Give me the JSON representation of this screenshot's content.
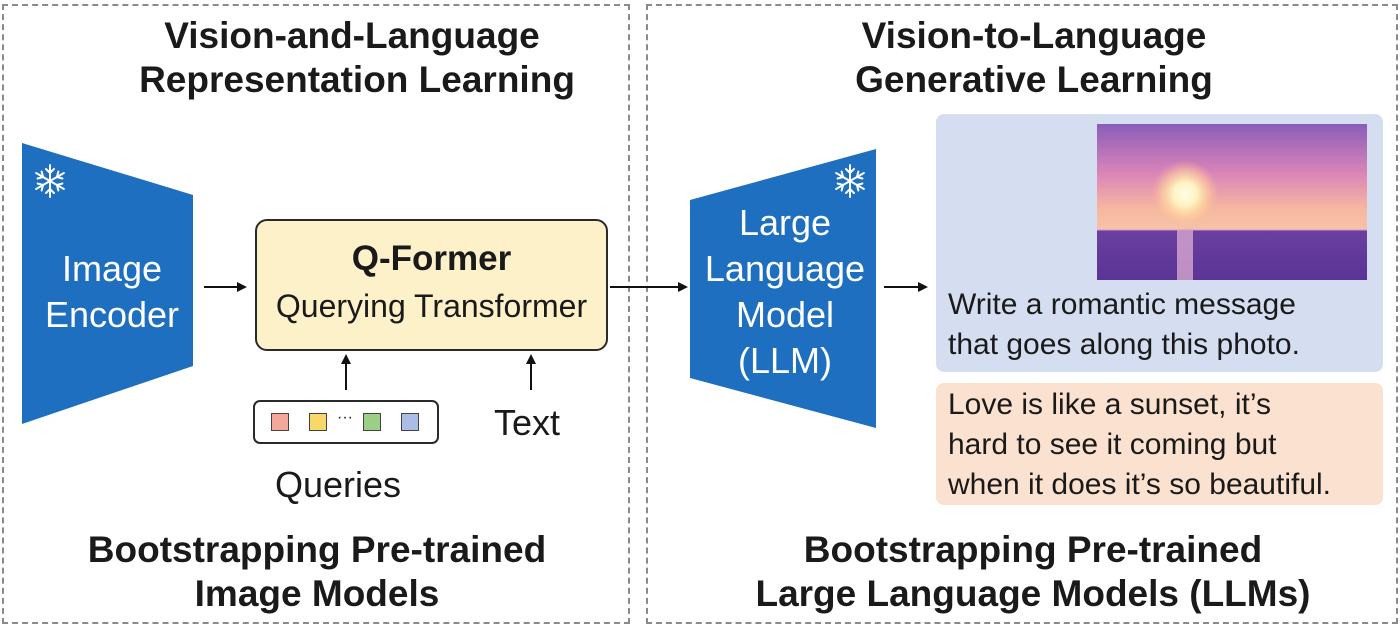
{
  "left_panel": {
    "title_lines": [
      "Vision-and-Language",
      "Representation Learning"
    ],
    "footer_lines": [
      "Bootstrapping Pre-trained",
      "Image Models"
    ],
    "image_encoder_lines": [
      "Image",
      "Encoder"
    ],
    "qformer": {
      "title": "Q-Former",
      "subtitle": "Querying Transformer"
    },
    "queries_label": "Queries",
    "queries_ellipsis": "···",
    "text_label": "Text",
    "query_colors": [
      "#f4a898",
      "#f9d76b",
      "#9ccf86",
      "#a9bde8"
    ]
  },
  "right_panel": {
    "title_lines": [
      "Vision-to-Language",
      "Generative Learning"
    ],
    "footer_lines": [
      "Bootstrapping Pre-trained",
      "Large Language Models (LLMs)"
    ],
    "llm_lines": [
      "Large",
      "Language",
      "Model",
      "(LLM)"
    ],
    "prompt_lines": [
      "Write a romantic message",
      "that goes along this photo."
    ],
    "response_lines": [
      "Love is like a sunset, it’s",
      "hard to see it coming but",
      "when it does it’s so beautiful."
    ]
  },
  "colors": {
    "frozen_model_blue": "#1e6fbf",
    "qformer_fill": "#fcf1c9",
    "prompt_fill": "#d5def0",
    "response_fill": "#fbe1d0",
    "frozen_icon": "snowflake-icon"
  }
}
